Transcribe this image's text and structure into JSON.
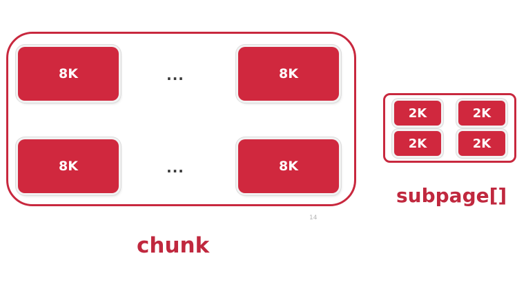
{
  "chunk": {
    "label": "chunk",
    "pages": [
      {
        "label": "8K"
      },
      {
        "label": "8K"
      },
      {
        "label": "8K"
      },
      {
        "label": "8K"
      }
    ],
    "ellipsis": [
      "...",
      "..."
    ]
  },
  "subpage": {
    "label": "subpage[]",
    "pages": [
      {
        "label": "2K"
      },
      {
        "label": "2K"
      },
      {
        "label": "2K"
      },
      {
        "label": "2K"
      }
    ]
  },
  "page_number": "14",
  "colors": {
    "accent": "#c8283e",
    "block": "#d0283e"
  }
}
